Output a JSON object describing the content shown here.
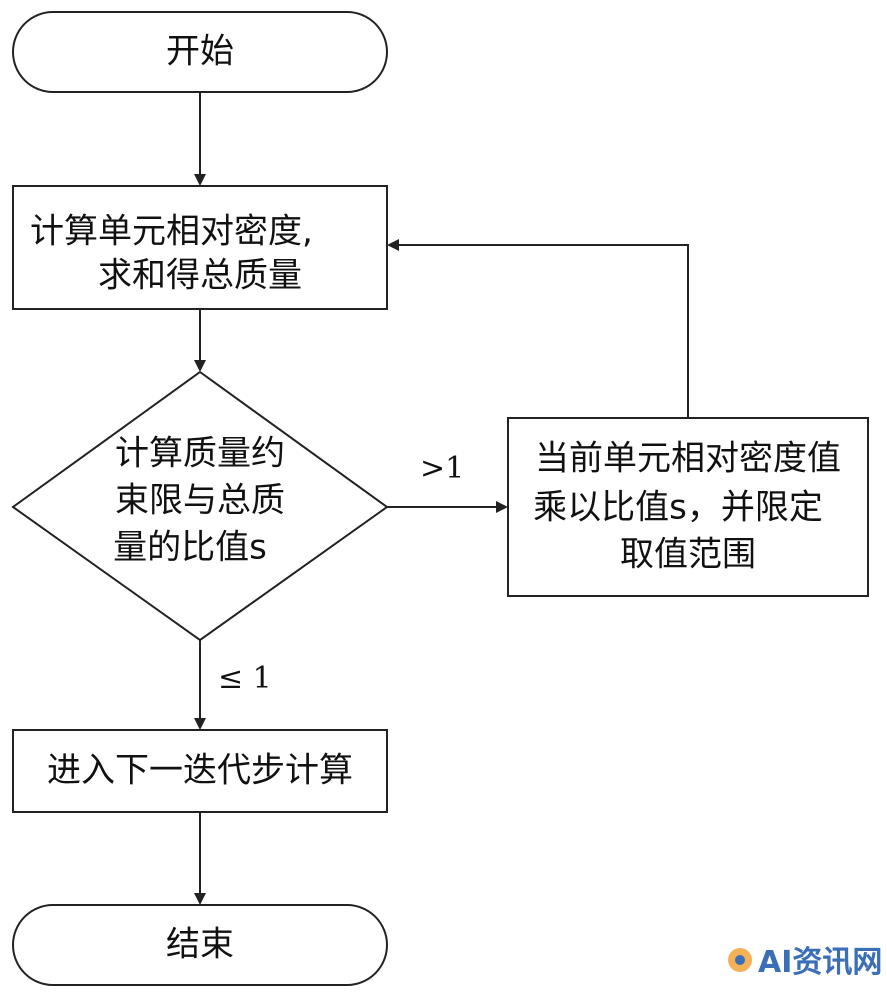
{
  "diagram": {
    "nodes": {
      "start": {
        "lines": [
          "开始"
        ]
      },
      "compute_density": {
        "lines": [
          "计算单元相对密度,",
          "求和得总质量"
        ]
      },
      "ratio_decision": {
        "lines": [
          "计算质量约",
          "束限与总质",
          "量的比值s"
        ]
      },
      "scale_density": {
        "lines": [
          "当前单元相对密度值",
          "乘以比值s，并限定",
          "取值范围"
        ]
      },
      "next_iteration": {
        "lines": [
          "进入下一迭代步计算"
        ]
      },
      "end": {
        "lines": [
          "结束"
        ]
      }
    },
    "edge_labels": {
      "greater": ">1",
      "less_equal": "≤ 1"
    }
  },
  "watermark": {
    "text": "AI资讯网"
  },
  "colors": {
    "stroke": "#222222",
    "text": "#111111",
    "watermark": "#3a6fb8",
    "watermark_accent": "#f2a33a"
  }
}
